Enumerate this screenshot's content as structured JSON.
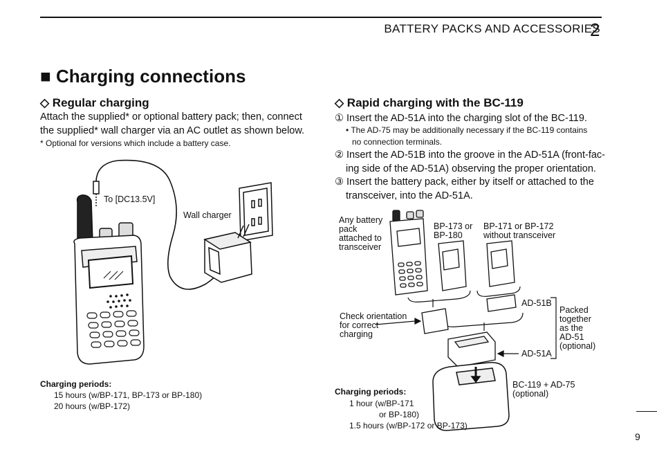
{
  "header": {
    "chapter_title": "BATTERY PACKS AND ACCESSORIES",
    "chapter_number": "2"
  },
  "section": {
    "marker": "■",
    "title": "Charging connections"
  },
  "regular": {
    "heading": "◇ Regular charging",
    "line1": "Attach the supplied* or optional battery pack; then, connect",
    "line2": "the supplied* wall charger via an AC outlet as shown below.",
    "note": "* Optional for versions which include a battery case.",
    "label_dc": "To [DC13.5V]",
    "label_wall": "Wall charger",
    "periods_heading": "Charging periods:",
    "period1": "15 hours (w/BP-171, BP-173 or BP-180)",
    "period2": "20 hours (w/BP-172)"
  },
  "rapid": {
    "heading": "◇ Rapid charging with the BC-119",
    "step1": "① Insert the AD-51A into the charging slot of the BC-119.",
    "step1_note_a": "• The AD-75 may be additionally necessary if the BC-119 contains",
    "step1_note_b": "no connection terminals.",
    "step2_a": "② Insert the AD-51B into the groove in the AD-51A (front-fac-",
    "step2_b": "ing side of the AD-51A) observing the proper orientation.",
    "step3_a": "③ Insert the battery pack, either by itself or attached to the",
    "step3_b": "transceiver, into the AD-51A.",
    "label_any_1": "Any battery",
    "label_any_2": "pack",
    "label_any_3": "attached to",
    "label_any_4": "transceiver",
    "label_bp173_1": "BP-173 or",
    "label_bp173_2": "BP-180",
    "label_bp171_1": "BP-171 or BP-172",
    "label_bp171_2": "without transceiver",
    "label_check_1": "Check orientation",
    "label_check_2": "for correct",
    "label_check_3": "charging",
    "label_ad51b": "AD-51B",
    "label_ad51a": "AD-51A",
    "label_packed_1": "Packed",
    "label_packed_2": "together",
    "label_packed_3": "as the",
    "label_packed_4": "AD-51",
    "label_packed_5": "(optional)",
    "label_bc119_1": "BC-119 + AD-75",
    "label_bc119_2": "(optional)",
    "periods_heading": "Charging periods:",
    "period1": "1 hour (w/BP-171",
    "period2": "or BP-180)",
    "period3": "1.5 hours (w/BP-172 or BP-173)"
  },
  "footer": {
    "page_number": "9"
  }
}
